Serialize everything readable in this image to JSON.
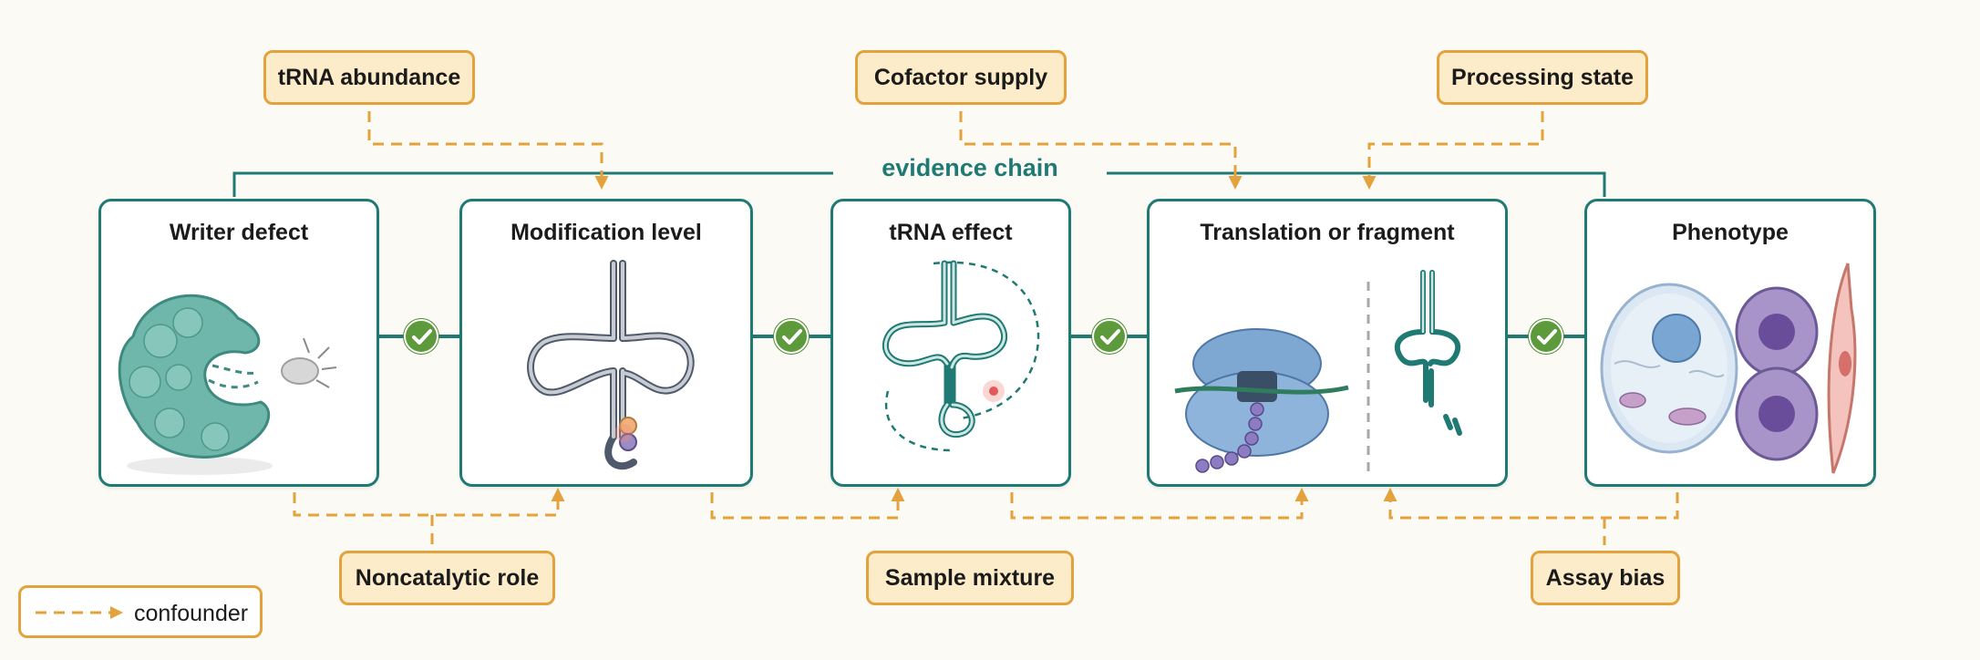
{
  "chain_label": "evidence chain",
  "stages": [
    {
      "title": "Writer defect",
      "icon": "enzyme-icon"
    },
    {
      "title": "Modification level",
      "icon": "modified-trna-icon"
    },
    {
      "title": "tRNA effect",
      "icon": "misfolded-trna-icon"
    },
    {
      "title": "Translation or fragment",
      "icon": "ribosome-and-fragment-icon"
    },
    {
      "title": "Phenotype",
      "icon": "cells-icon"
    }
  ],
  "confounders_top": [
    "tRNA abundance",
    "Cofactor supply",
    "Processing state"
  ],
  "confounders_bottom": [
    "Noncatalytic role",
    "Sample mixture",
    "Assay bias"
  ],
  "legend": {
    "label": "confounder"
  },
  "colors": {
    "teal": "#1f7a74",
    "orange": "#e3a23c",
    "confounder_fill": "#fdecc9",
    "check_green": "#5c9a3b"
  }
}
